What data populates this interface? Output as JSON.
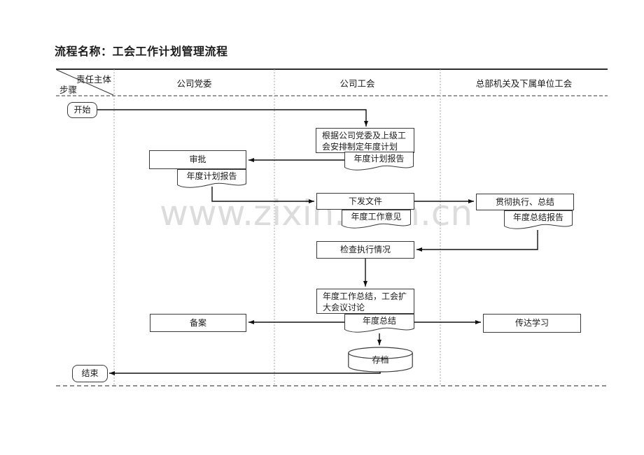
{
  "title": "流程名称：工会工作计划管理流程",
  "watermark": "www.zixin.com.cn",
  "header": {
    "corner_top": "责任主体",
    "corner_bottom": "步骤",
    "columns": [
      "公司党委",
      "公司工会",
      "总部机关及下属单位工会"
    ]
  },
  "nodes": {
    "start": "开始",
    "make_plan": "根据公司党委及上级工会安排制定年度计划",
    "plan_report_union": "年度计划报告",
    "approve": "审批",
    "plan_report_committee": "年度计划报告",
    "issue": "下发文件",
    "work_opinion": "年度工作意见",
    "implement": "贯彻执行、总结",
    "summary_report": "年度总结报告",
    "check": "检查执行情况",
    "annual_summary_meeting": "年度工作总结，工会扩大会议讨论",
    "annual_summary": "年度总结",
    "record": "备案",
    "convey": "传达学习",
    "archive": "存档",
    "end": "结束"
  },
  "colors": {
    "line": "#1a1a1a",
    "grid": "#8f8f8f",
    "watermark": "#dcdcdc"
  }
}
